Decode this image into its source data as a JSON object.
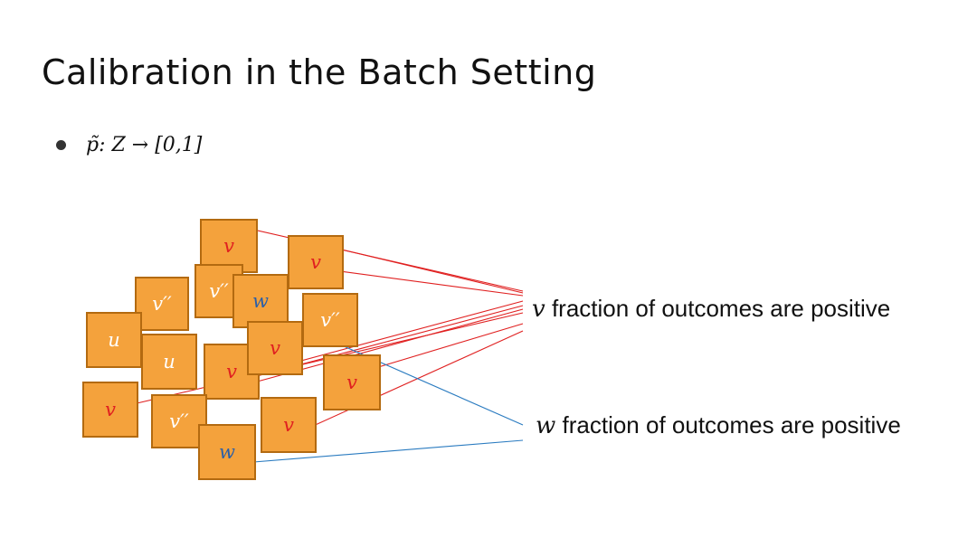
{
  "slide": {
    "title": "Calibration in the Batch Setting",
    "bullet": "p̃: Z → [0,1]"
  },
  "diagram": {
    "captions": [
      {
        "var": "v",
        "text": "fraction of outcomes are positive"
      },
      {
        "var": "w",
        "text": "fraction of outcomes are positive"
      }
    ],
    "boxes": [
      {
        "label": "v",
        "kind": "v"
      },
      {
        "label": "v",
        "kind": "v"
      },
      {
        "label": "v′′",
        "kind": "u"
      },
      {
        "label": "v′′",
        "kind": "u"
      },
      {
        "label": "w",
        "kind": "w"
      },
      {
        "label": "v′′",
        "kind": "u"
      },
      {
        "label": "u",
        "kind": "u"
      },
      {
        "label": "u",
        "kind": "u"
      },
      {
        "label": "v",
        "kind": "v"
      },
      {
        "label": "v",
        "kind": "v"
      },
      {
        "label": "v",
        "kind": "v"
      },
      {
        "label": "v",
        "kind": "v"
      },
      {
        "label": "v′′",
        "kind": "u"
      },
      {
        "label": "v",
        "kind": "v"
      },
      {
        "label": "w",
        "kind": "w"
      }
    ],
    "colors": {
      "box_fill": "#F4A23C",
      "box_border": "#B36A10",
      "v_label": "#E02020",
      "w_label": "#2A5FA8",
      "v_lines": "#E02020",
      "w_lines": "#2A7BC0"
    }
  }
}
